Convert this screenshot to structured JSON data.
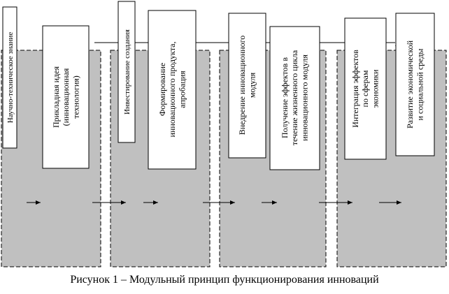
{
  "caption": "Рисунок 1 – Модульный принцип функционирования инноваций",
  "colors": {
    "module_fill": "#c0c0c0",
    "box_fill": "#ffffff",
    "stroke": "#000000"
  },
  "boxes": [
    {
      "id": "scientific-knowledge",
      "lines": [
        "Научно-техническое знание"
      ]
    },
    {
      "id": "applied-idea",
      "lines": [
        "Прикладная идея",
        "(инновационная",
        "технология)"
      ]
    },
    {
      "id": "investing",
      "lines": [
        "Инвестирование создания"
      ]
    },
    {
      "id": "forming",
      "lines": [
        "Формирование",
        "инновационного продукта,",
        "апробация"
      ]
    },
    {
      "id": "implementing",
      "lines": [
        "Внедрение инновационного",
        "модуля"
      ]
    },
    {
      "id": "effects",
      "lines": [
        "Получение эффектов в",
        "течение жизненного цикла",
        "инновационного модуля"
      ]
    },
    {
      "id": "integration",
      "lines": [
        "Интеграция эффектов",
        "по сферам",
        "экономики"
      ]
    },
    {
      "id": "development",
      "lines": [
        "Развитие экономической",
        "и социальной среды"
      ]
    }
  ]
}
